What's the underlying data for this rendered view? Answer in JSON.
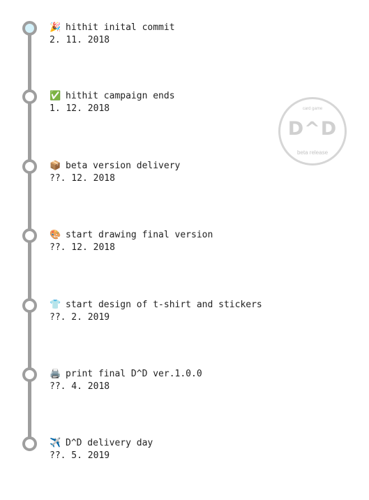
{
  "badge": {
    "top_text": "card game",
    "title": "D^D",
    "bottom_text": "beta release"
  },
  "events": [
    {
      "icon": "🎉",
      "icon_name": "party-popper-icon",
      "title": "hithit inital commit",
      "date": "2. 11. 2018",
      "current": true
    },
    {
      "icon": "✅",
      "icon_name": "check-mark-icon",
      "title": "hithit campaign ends",
      "date": "1. 12. 2018",
      "current": false
    },
    {
      "icon": "📦",
      "icon_name": "package-icon",
      "title": "beta version delivery",
      "date": "??. 12. 2018",
      "current": false
    },
    {
      "icon": "🎨",
      "icon_name": "palette-icon",
      "title": "start drawing final version",
      "date": "??. 12. 2018",
      "current": false
    },
    {
      "icon": "👕",
      "icon_name": "t-shirt-icon",
      "title": "start design of t-shirt and stickers",
      "date": "??. 2. 2019",
      "current": false
    },
    {
      "icon": "🖨️",
      "icon_name": "printer-icon",
      "title": "print final D^D ver.1.0.0",
      "date": "??. 4. 2018",
      "current": false
    },
    {
      "icon": "✈️",
      "icon_name": "airplane-icon",
      "title": "D^D delivery day",
      "date": "??. 5. 2019",
      "current": false
    }
  ]
}
